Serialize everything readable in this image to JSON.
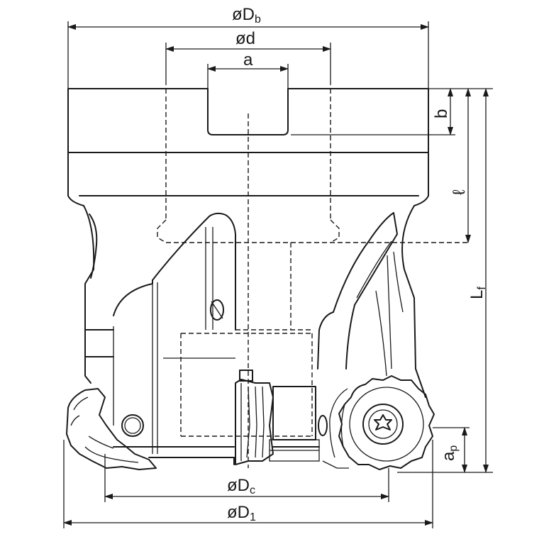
{
  "dimensions": {
    "outer_body_diameter": {
      "prefix": "øD",
      "sub": "b"
    },
    "bore_diameter": {
      "prefix": "ød",
      "sub": ""
    },
    "keyway_width": {
      "prefix": "a",
      "sub": ""
    },
    "keyway_depth": {
      "prefix": "b",
      "sub": ""
    },
    "bore_length": {
      "prefix": "ℓ",
      "sub": ""
    },
    "overall_length": {
      "prefix": "L",
      "sub": "f"
    },
    "depth_of_cut": {
      "prefix": "a",
      "sub": "p"
    },
    "cutting_diameter": {
      "prefix": "øD",
      "sub": "c"
    },
    "max_diameter": {
      "prefix": "øD",
      "sub": "1"
    }
  }
}
